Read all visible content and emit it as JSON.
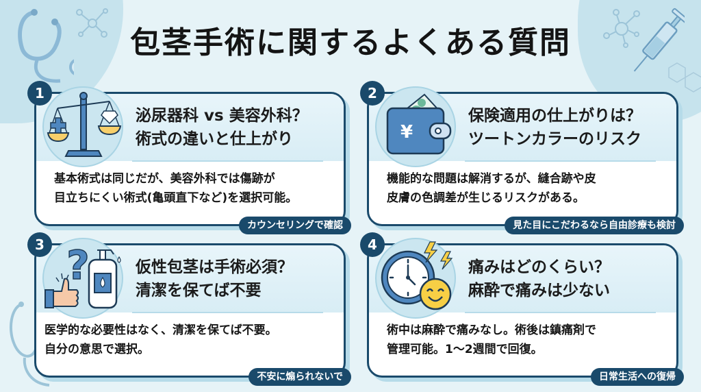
{
  "page": {
    "title": "包茎手術に関するよくある質問"
  },
  "colors": {
    "background": "#e6f3f7",
    "accent_navy": "#1a4a6b",
    "card_top": "#e1f1f7",
    "icon_circle": "#cbe6f0",
    "icon_blue": "#4f87bf",
    "yellow": "#f7cf45"
  },
  "cards": [
    {
      "number": "1",
      "icon": "scale-icon",
      "title_line1": "泌尿器科 vs 美容外科？",
      "title_line2": "術式の違いと仕上がり",
      "answer_line1": "基本術式は同じだが、美容外科では傷跡が",
      "answer_line2": "目立ちにくい術式(亀頭直下など)を選択可能。",
      "tag": "カウンセリングで確認"
    },
    {
      "number": "2",
      "icon": "wallet-yen-icon",
      "title_line1": "保険適用の仕上がりは？",
      "title_line2": "ツートンカラーのリスク",
      "answer_line1": "機能的な問題は解消するが、縫合跡や皮",
      "answer_line2": "皮膚の色調差が生じるリスクがある。",
      "tag": "見た目にこだわるなら自由診療も検討"
    },
    {
      "number": "3",
      "icon": "thumbs-up-question-soap-icon",
      "title_line1": "仮性包茎は手術必須？",
      "title_line2": "清潔を保てば不要",
      "answer_line1": "医学的な必要性はなく、清潔を保てば不要。",
      "answer_line2": "自分の意思で選択。",
      "tag": "不安に煽られないで"
    },
    {
      "number": "4",
      "icon": "clock-smiley-icon",
      "title_line1": "痛みはどのくらい？",
      "title_line2": "麻酔で痛みは少ない",
      "answer_line1": "術中は麻酔で痛みなし。術後は鎮痛剤で",
      "answer_line2": "管理可能。1〜2週間で回復。",
      "tag": "日常生活への復帰"
    }
  ],
  "decorations": [
    "stethoscope-icon",
    "molecule-icon",
    "syringe-icon",
    "hexagon-molecule-icon"
  ]
}
